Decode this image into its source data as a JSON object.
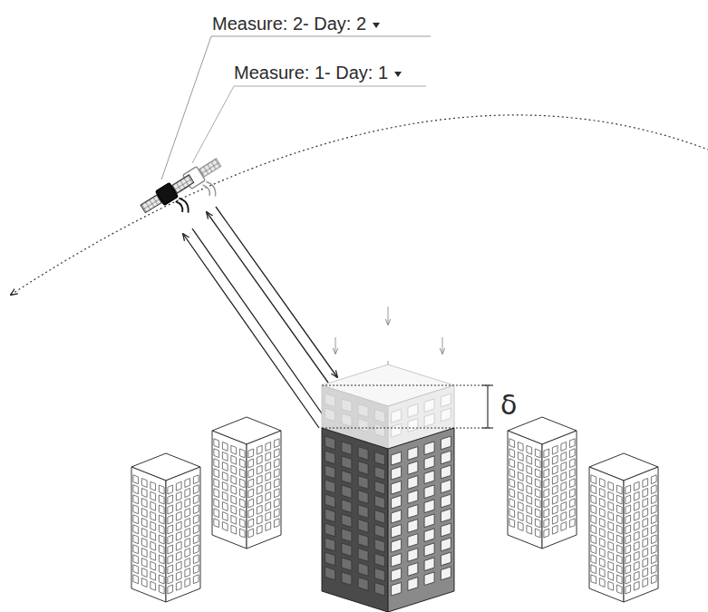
{
  "diagram": {
    "labels": [
      "Measure: 2- Day: 2",
      "Measure: 1- Day: 1",
      "δ"
    ]
  }
}
